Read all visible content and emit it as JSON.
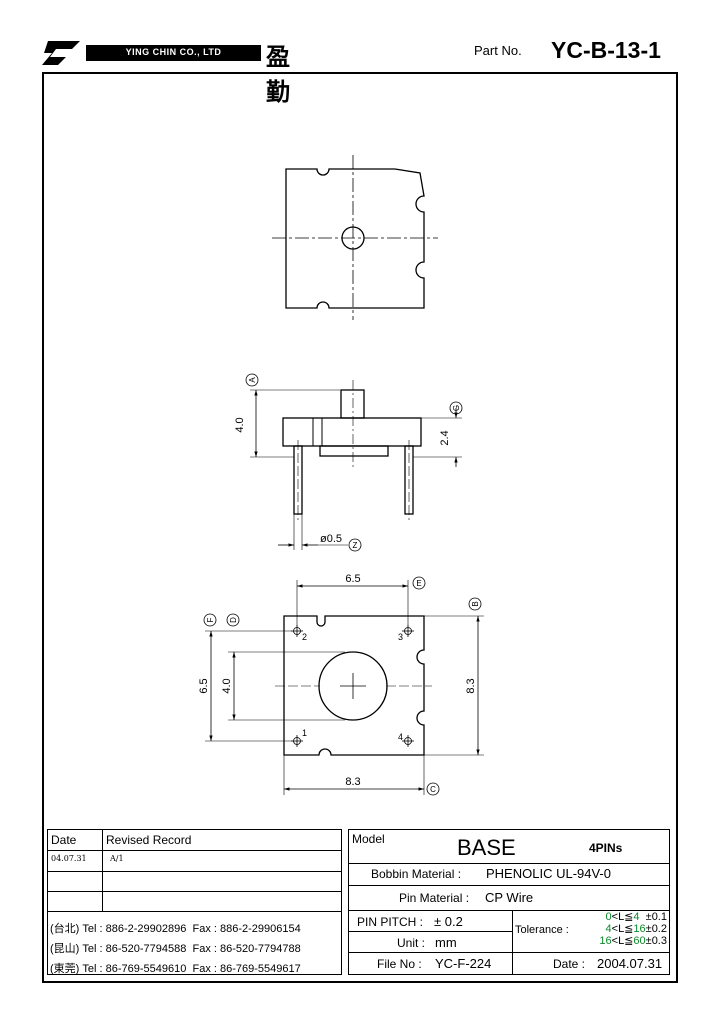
{
  "header": {
    "company_en": "YING CHIN CO., LTD",
    "company_cn": "盈勤",
    "part_no_label": "Part No.",
    "part_no": "YC-B-13-1"
  },
  "drawing": {
    "side_view": {
      "height_total": "4.0",
      "height_body": "2.4",
      "pin_dia": "ø0.5",
      "ref_a": "A",
      "ref_g": "G",
      "ref_z": "Z"
    },
    "bottom_view": {
      "pin_pitch_x": "6.5",
      "pin_pitch_y": "6.5",
      "inner": "4.0",
      "width": "8.3",
      "height": "8.3",
      "ref_e": "E",
      "ref_b": "B",
      "ref_f": "F",
      "ref_d": "D",
      "ref_c": "C",
      "pins": [
        "1",
        "2",
        "3",
        "4"
      ]
    }
  },
  "revision": {
    "date_header": "Date",
    "record_header": "Revised  Record",
    "rows": [
      {
        "date": "04.07.31",
        "record": "A/1"
      },
      {
        "date": "",
        "record": ""
      },
      {
        "date": "",
        "record": ""
      }
    ]
  },
  "contacts": [
    {
      "loc": "(台北)",
      "tel": "Tel : 886-2-29902896",
      "fax": "Fax : 886-2-29906154"
    },
    {
      "loc": "(昆山)",
      "tel": "Tel : 86-520-7794588",
      "fax": "Fax : 86-520-7794788"
    },
    {
      "loc": "(東莞)",
      "tel": "Tel : 86-769-5549610",
      "fax": "Fax : 86-769-5549617"
    }
  ],
  "spec": {
    "model_label": "Model",
    "model": "BASE",
    "pins": "4PINs",
    "bobbin_label": "Bobbin  Material :",
    "bobbin": "PHENOLIC UL-94V-0",
    "pin_label": "Pin  Material :",
    "pin": "CP Wire",
    "pitch_label": "PIN  PITCH :",
    "pitch": "± 0.2",
    "unit_label": "Unit :",
    "unit": "mm",
    "file_label": "File  No :",
    "file": "YC-F-224",
    "tolerance_label": "Tolerance :",
    "tol": [
      {
        "lo": "0",
        "op": "<L≦",
        "hi": "4",
        "val": "±0.1"
      },
      {
        "lo": "4",
        "op": "<L≦",
        "hi": "16",
        "val": "±0.2"
      },
      {
        "lo": "16",
        "op": "<L≦",
        "hi": "60",
        "val": "±0.3"
      }
    ],
    "date_label": "Date :",
    "date": "2004.07.31"
  }
}
